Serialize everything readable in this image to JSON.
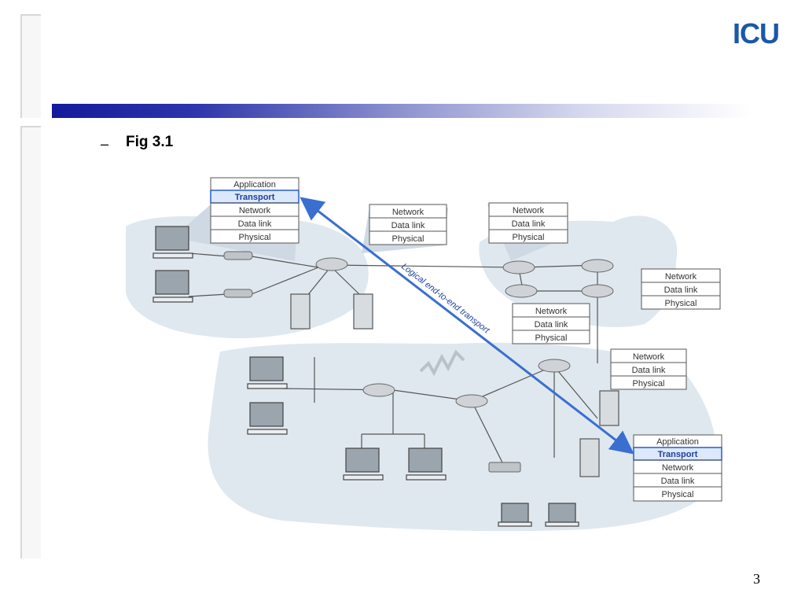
{
  "logo": "ICU",
  "bullet": {
    "marker": "–",
    "text": "Fig 3.1"
  },
  "page_number": "3",
  "figure": {
    "host_stack": [
      "Application",
      "Transport",
      "Network",
      "Data link",
      "Physical"
    ],
    "router_stack": [
      "Network",
      "Data link",
      "Physical"
    ],
    "arrow_label": "Logical end-to-end transport"
  }
}
